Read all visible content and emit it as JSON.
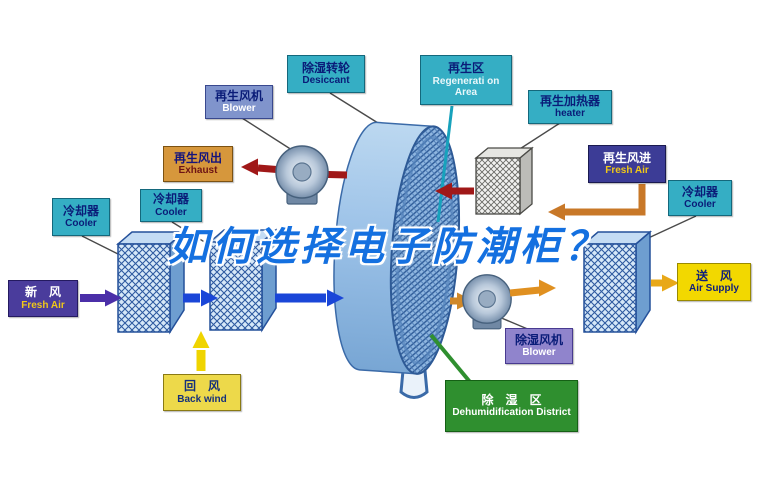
{
  "watermark": {
    "text": "如何选择电子防潮柜？"
  },
  "labels": {
    "desiccant": {
      "zh": "除湿转轮",
      "en": "Desiccant"
    },
    "regeneration_area": {
      "zh": "再生区",
      "en": "Regenerati on Area"
    },
    "regen_blower": {
      "zh": "再生风机",
      "en": "Blower"
    },
    "regen_heater": {
      "zh": "再生加热器",
      "en": "heater"
    },
    "regen_exhaust": {
      "zh": "再生风出",
      "en": "Exhaust"
    },
    "regen_fresh_air": {
      "zh": "再生风进",
      "en": "Fresh Air"
    },
    "cooler_left": {
      "zh": "冷却器",
      "en": "Cooler"
    },
    "cooler_mid": {
      "zh": "冷却器",
      "en": "Cooler"
    },
    "cooler_right": {
      "zh": "冷却器",
      "en": "Cooler"
    },
    "fresh_air": {
      "zh": "新　风",
      "en": "Fresh Air"
    },
    "air_supply": {
      "zh": "送　风",
      "en": "Air Supply"
    },
    "back_wind": {
      "zh": "回　风",
      "en": "Back wind"
    },
    "dehumid_blower": {
      "zh": "除湿风机",
      "en": "Blower"
    },
    "dehumid_district": {
      "zh": "除　湿　区",
      "en": "Dehumidification District"
    }
  },
  "colors": {
    "label_teal": "#35AEC4",
    "label_yellow": "#F2D800",
    "label_orange_tan": "#D6973C",
    "label_dark_indigo": "#3C3C96",
    "label_green": "#2F8F2F",
    "arrow_process_blue": "#1A46D8",
    "arrow_regen_red": "#A01818",
    "arrow_regen_orange": "#C87828",
    "arrow_return_yellow": "#EFD400",
    "arrow_fresh_purple": "#4B2FA8",
    "watermark_blue": "#1470E0"
  }
}
